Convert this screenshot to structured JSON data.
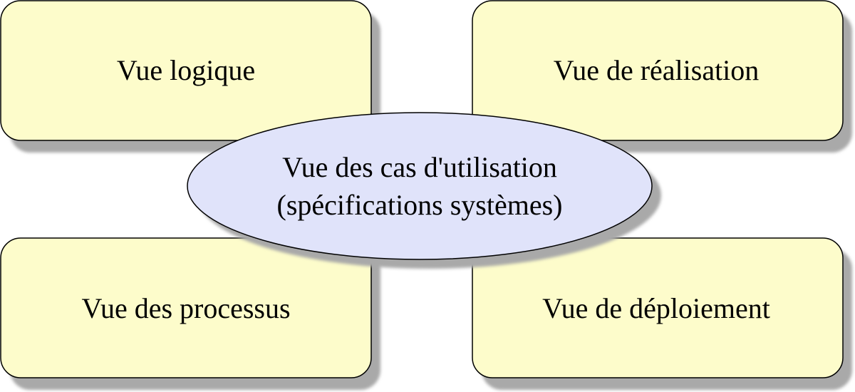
{
  "boxes": {
    "logical": "Vue logique",
    "implementation": "Vue de réalisation",
    "process": "Vue des processus",
    "deployment": "Vue de déploiement"
  },
  "center": {
    "line1": "Vue des cas d'utilisation",
    "line2": "(spécifications systèmes)"
  },
  "colors": {
    "box_fill": "#fdfccb",
    "ellipse_fill": "#e0e3fa",
    "shadow": "#a9a9a9",
    "stroke": "#000000"
  }
}
